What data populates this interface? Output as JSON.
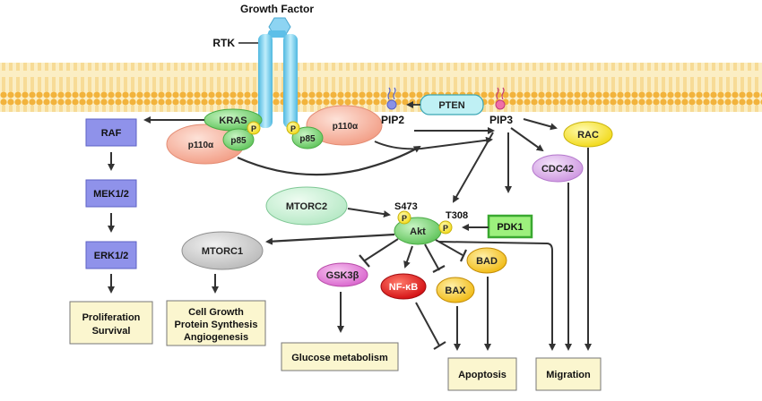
{
  "colors": {
    "membrane_head": "#f2b33c",
    "membrane_tail": "#f6d98a",
    "receptor": "#7fd3ef",
    "kinase_box": "#8f92ea",
    "outcome_box": "#fbf6cf",
    "green_node": "#6fd36b",
    "yellow_node": "#f5e21c",
    "salmon_node": "#f7b3a0",
    "pten_node": "#bfeff3",
    "mtorc2_node": "#c8f0d6",
    "mtorc1_node": "#c9c9c9",
    "gsk3_node": "#e07ad6",
    "nfkb_node": "#e2141a",
    "bad_bax_node": "#f4c21a",
    "cdc42_node": "#d9a8e8",
    "pdk1_node": "#9df07d"
  },
  "labels": {
    "growth_factor": "Growth Factor",
    "rtk": "RTK",
    "kras": "KRAS",
    "p110a": "p110α",
    "p85": "p85",
    "p": "P",
    "pip2": "PIP2",
    "pip3": "PIP3",
    "pten": "PTEN",
    "raf": "RAF",
    "mek": "MEK1/2",
    "erk": "ERK1/2",
    "rac": "RAC",
    "cdc42": "CDC42",
    "mtorc2": "MTORC2",
    "mtorc1": "MTORC1",
    "akt": "Akt",
    "s473": "S473",
    "t308": "T308",
    "pdk1": "PDK1",
    "gsk3b": "GSK3β",
    "nfkb": "NF-κB",
    "bad": "BAD",
    "bax": "BAX"
  },
  "outcomes": {
    "proliferation_line1": "Proliferation",
    "proliferation_line2": "Survival",
    "growth_line1": "Cell Growth",
    "growth_line2": "Protein Synthesis",
    "growth_line3": "Angiogenesis",
    "glucose": "Glucose metabolism",
    "apoptosis": "Apoptosis",
    "migration": "Migration"
  }
}
